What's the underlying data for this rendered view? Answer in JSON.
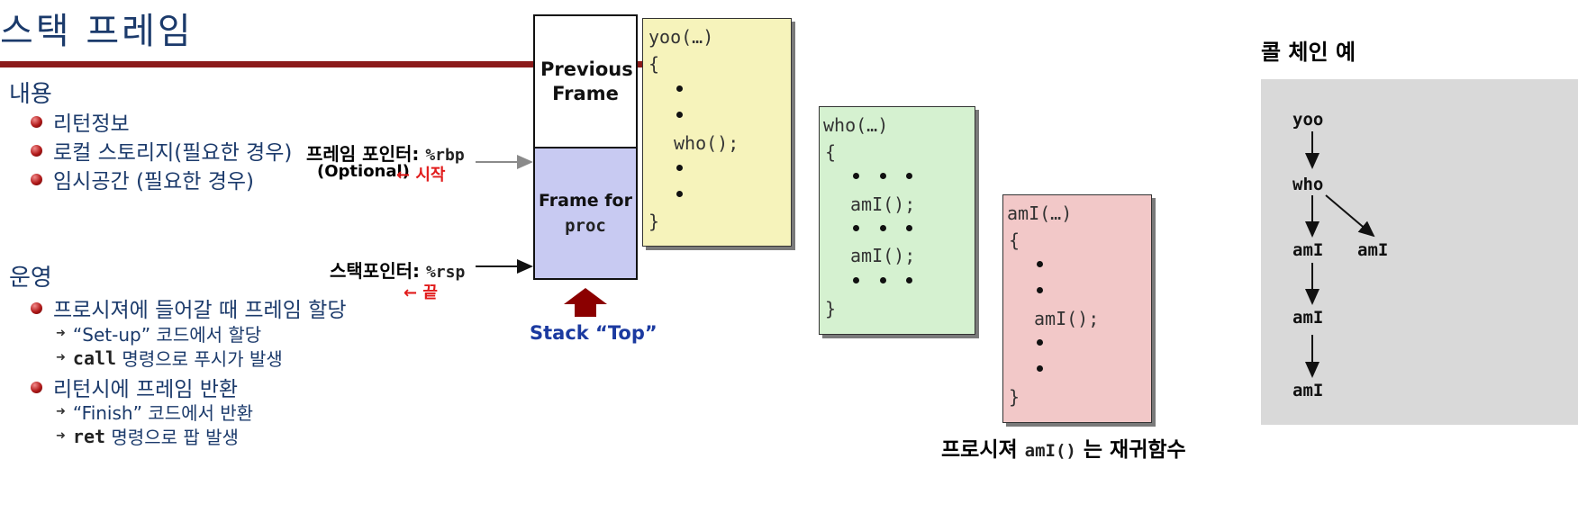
{
  "title": "스택 프레임",
  "contents": {
    "heading": "내용",
    "items": [
      "리턴정보",
      "로컬 스토리지(필요한 경우)",
      "임시공간 (필요한 경우)"
    ]
  },
  "management": {
    "heading": "운영",
    "item1": "프로시져에 들어갈 때 프레임 할당",
    "sub1a": "“Set-up” 코드에서 할당",
    "sub1b_code": "call",
    "sub1b_text": " 명령으로 푸시가 발생",
    "item2": "리턴시에 프레임 반환",
    "sub2a": "“Finish” 코드에서 반환",
    "sub2b_code": "ret",
    "sub2b_text": " 명령으로 팝 발생"
  },
  "labels": {
    "frame_pointer": "프레임 포인터:",
    "frame_pointer_reg": "%rbp",
    "optional": "(Optional)",
    "start": "← 시작",
    "stack_pointer": "스택포인터:",
    "stack_pointer_reg": "%rsp",
    "end": "← 끝"
  },
  "stack": {
    "previous": "Previous Frame",
    "frame_for": "Frame for",
    "frame_proc": "proc",
    "top": "Stack “Top”"
  },
  "code_yoo": {
    "header": "yoo(…)",
    "open": "{",
    "call": "who();",
    "close": "}"
  },
  "code_who": {
    "header": "who(…)",
    "open": "{",
    "call1": "amI();",
    "call2": "amI();",
    "close": "}"
  },
  "code_ami": {
    "header": "amI(…)",
    "open": "{",
    "call": "amI();",
    "close": "}"
  },
  "caption": {
    "pre": "프로시져 ",
    "code": "amI()",
    "post": " 는 재귀함수"
  },
  "call_chain": {
    "title": "콜 체인 예",
    "nodes": [
      "yoo",
      "who",
      "amI",
      "amI",
      "amI",
      "amI"
    ]
  },
  "colors": {
    "title_rule": "#8b1a1a",
    "yoo_bg": "#f6f3bb",
    "who_bg": "#d5f1d0",
    "ami_bg": "#f2c8c8",
    "frame_proc_bg": "#c8caf2",
    "chain_bg": "#d9d9d9",
    "top_arrow": "#8b0000",
    "top_text": "#1b3aa0"
  }
}
